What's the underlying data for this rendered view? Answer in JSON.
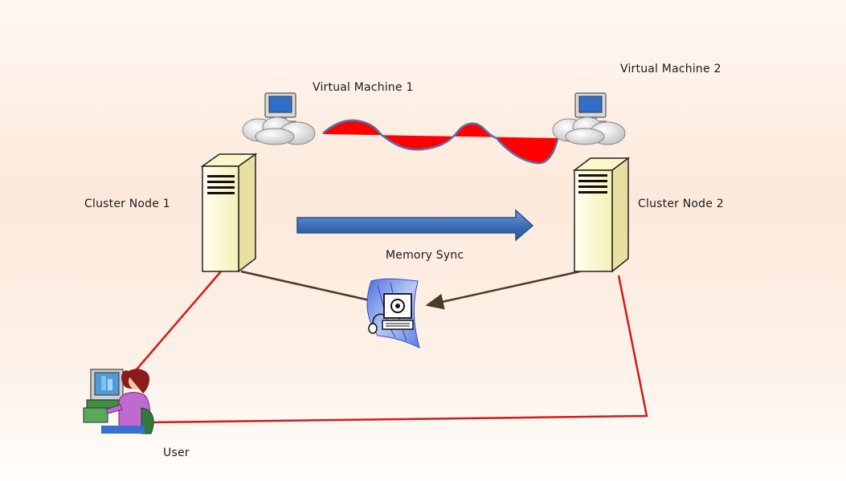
{
  "labels": {
    "virtual_machine_1": "Virtual Machine 1",
    "virtual_machine_2": "Virtual Machine 2",
    "cluster_node_1": "Cluster Node 1",
    "cluster_node_2": "Cluster Node 2",
    "memory_sync": "Memory Sync",
    "user": "User"
  },
  "icons": {
    "vm1": "cloud-computer-icon",
    "vm2": "cloud-computer-icon",
    "node1": "server-tower-icon",
    "node2": "server-tower-icon",
    "shared": "workstation-icon",
    "user": "user-at-computer-icon"
  },
  "colors": {
    "connection_line": "#d11a1a",
    "node_link": "#4a3b2a",
    "sync_arrow": "#3f6fb5",
    "wave_fill": "#ff0000",
    "wave_stroke": "#5a6fa8",
    "server_body": "#fefbd6"
  }
}
